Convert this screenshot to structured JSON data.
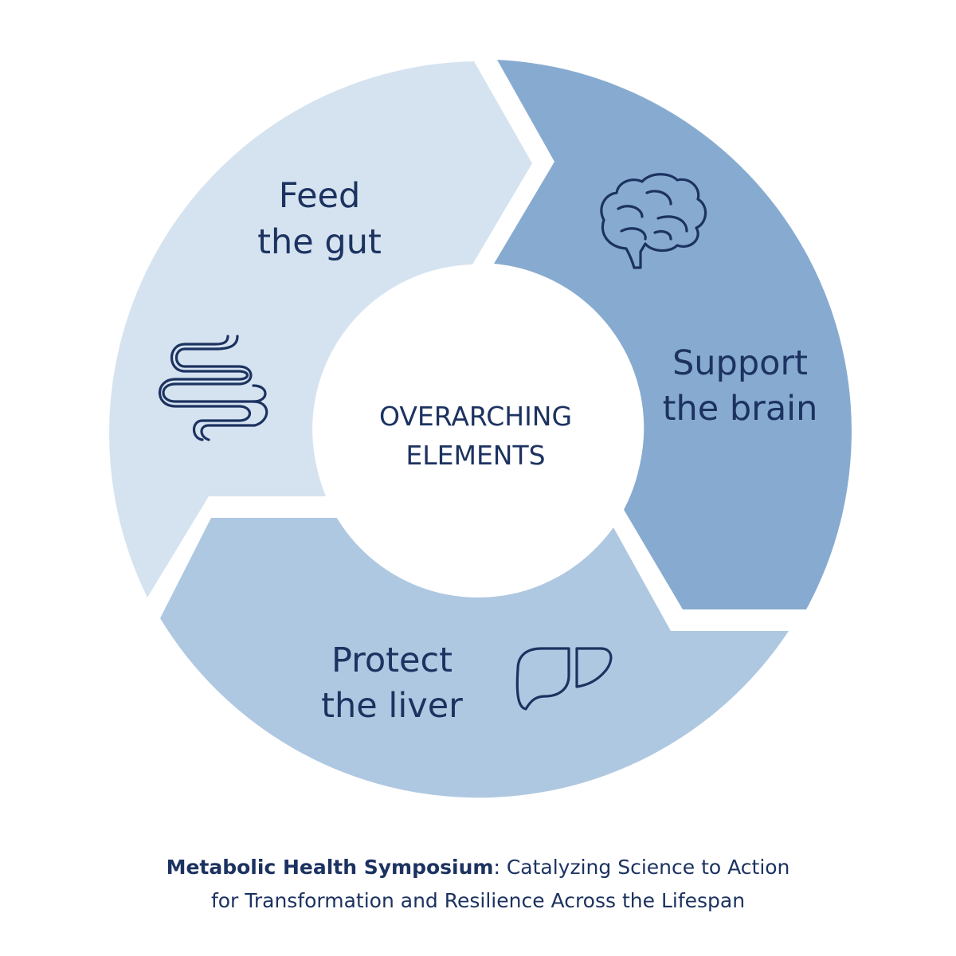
{
  "diagram": {
    "center": {
      "line1": "OVERARCHING",
      "line2": "ELEMENTS"
    },
    "segments": [
      {
        "id": "gut",
        "line1": "Feed",
        "line2": "the gut",
        "icon": "intestine-icon",
        "color": "#d5e3f0"
      },
      {
        "id": "brain",
        "line1": "Support",
        "line2": "the brain",
        "icon": "brain-icon",
        "color": "#87abd0"
      },
      {
        "id": "liver",
        "line1": "Protect",
        "line2": "the liver",
        "icon": "liver-icon",
        "color": "#afc8e1"
      }
    ],
    "text_color": "#1c3260"
  },
  "caption": {
    "bold": "Metabolic Health Symposium",
    "rest_line1": ": Catalyzing Science to Action",
    "line2": "for Transformation and Resilience Across the Lifespan"
  }
}
